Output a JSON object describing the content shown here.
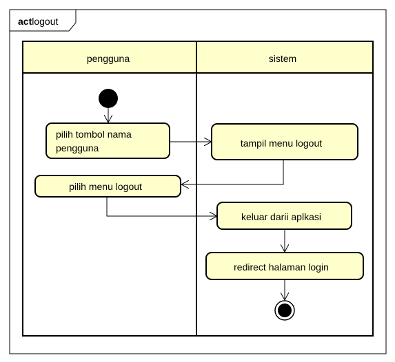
{
  "frame": {
    "keyword": "act",
    "name": "logout"
  },
  "lanes": [
    {
      "id": "pengguna",
      "title": "pengguna"
    },
    {
      "id": "sistem",
      "title": "sistem"
    }
  ],
  "actions": [
    {
      "id": "a1",
      "lane": "pengguna",
      "lines": [
        "pilih tombol nama",
        "pengguna"
      ]
    },
    {
      "id": "a2",
      "lane": "sistem",
      "lines": [
        "tampil menu logout"
      ]
    },
    {
      "id": "a3",
      "lane": "pengguna",
      "lines": [
        "pilih menu logout"
      ]
    },
    {
      "id": "a4",
      "lane": "sistem",
      "lines": [
        "keluar darii aplkasi"
      ]
    },
    {
      "id": "a5",
      "lane": "sistem",
      "lines": [
        "redirect halaman login"
      ]
    }
  ],
  "flows": [
    {
      "from": "start",
      "to": "a1"
    },
    {
      "from": "a1",
      "to": "a2"
    },
    {
      "from": "a2",
      "to": "a3"
    },
    {
      "from": "a3",
      "to": "a4"
    },
    {
      "from": "a4",
      "to": "a5"
    },
    {
      "from": "a5",
      "to": "end"
    }
  ],
  "colors": {
    "header_fill": "#ffffcc",
    "action_fill": "#ffffcc",
    "stroke": "#000000",
    "background": "#ffffff"
  }
}
